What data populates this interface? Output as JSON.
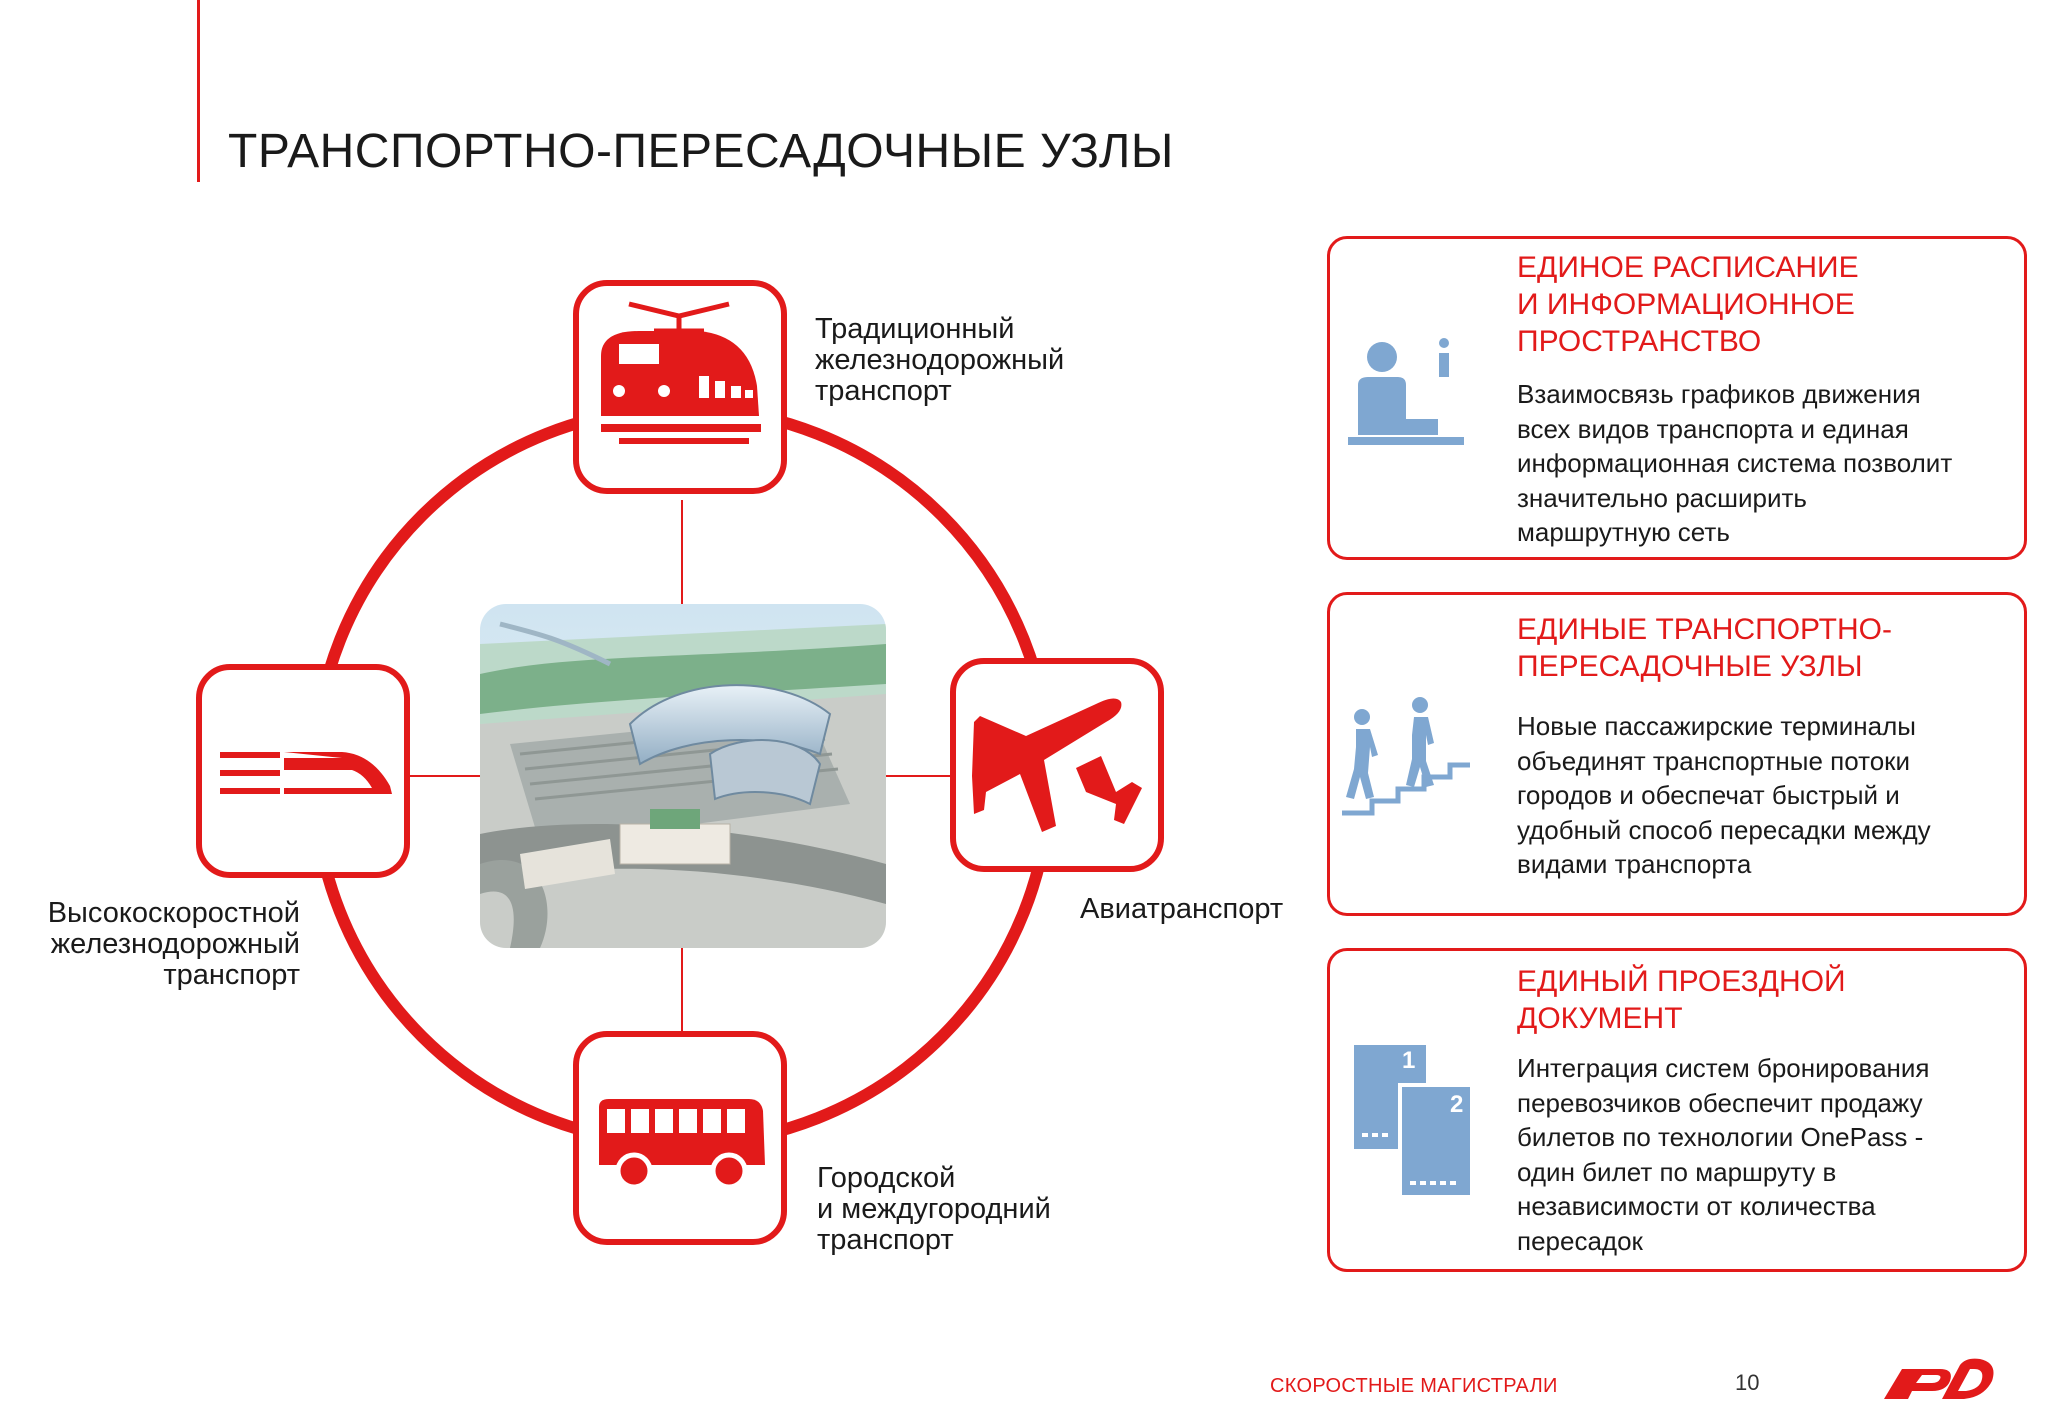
{
  "title": "ТРАНСПОРТНО-ПЕРЕСАДОЧНЫЕ УЗЛЫ",
  "colors": {
    "accent": "#e21a1a",
    "icon_blue": "#7fa7d1",
    "text": "#1a1a1a"
  },
  "diagram": {
    "nodes": [
      {
        "label": "Традиционный\nжелезнодорожный\nтранспорт",
        "icon": "train-icon"
      },
      {
        "label": "Высокоскоростной\nжелезнодорожный\nтранспорт",
        "icon": "high-speed-train-icon"
      },
      {
        "label": "Авиатранспорт",
        "icon": "airplane-icon"
      },
      {
        "label": "Городской\nи междугородний\nтранспорт",
        "icon": "bus-icon"
      }
    ],
    "center_image": "transport-hub-render"
  },
  "cards": [
    {
      "icon": "information-desk-icon",
      "title": "ЕДИНОЕ РАСПИСАНИЕ\nИ ИНФОРМАЦИОННОЕ\nПРОСТРАНСТВО",
      "text": "Взаимосвязь графиков движения\nвсех видов транспорта и единая\nинформационная система позволит\nзначительно расширить\nмаршрутную сеть"
    },
    {
      "icon": "people-stairs-icon",
      "title": "ЕДИНЫЕ ТРАНСПОРТНО-\nПЕРЕСАДОЧНЫЕ УЗЛЫ",
      "text": "Новые пассажирские  терминалы\nобъединят транспортные потоки\nгородов и обеспечат быстрый и\nудобный способ пересадки между\nвидами транспорта"
    },
    {
      "icon": "tickets-icon",
      "title": "ЕДИНЫЙ ПРОЕЗДНОЙ\nДОКУМЕНТ",
      "text": "Интеграция систем бронирования\nперевозчиков обеспечит продажу\nбилетов по технологии OnePass  -\nодин билет по маршруту в\nнезависимости от количества\nпересадок",
      "ticket_numbers": [
        "1",
        "2"
      ]
    }
  ],
  "footer": {
    "text": "СКОРОСТНЫЕ МАГИСТРАЛИ",
    "page": "10",
    "logo": "rzd-logo"
  }
}
